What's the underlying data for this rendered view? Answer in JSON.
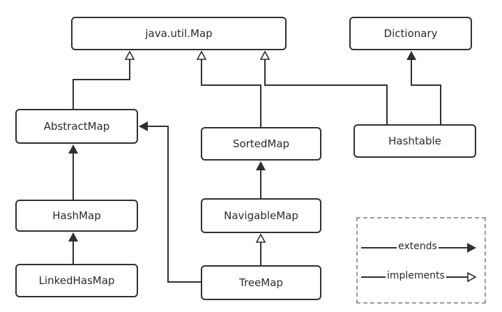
{
  "nodes": {
    "map": "java.util.Map",
    "dictionary": "Dictionary",
    "abstract_map": "AbstractMap",
    "sorted_map": "SortedMap",
    "hashtable": "Hashtable",
    "hash_map": "HashMap",
    "navigable_map": "NavigableMap",
    "linked_hash_map": "LinkedHasMap",
    "tree_map": "TreeMap"
  },
  "legend": {
    "extends_label": "extends",
    "implements_label": "implements"
  },
  "colors": {
    "line": "#2f2f2f",
    "legend_border": "#9a9a9a"
  }
}
